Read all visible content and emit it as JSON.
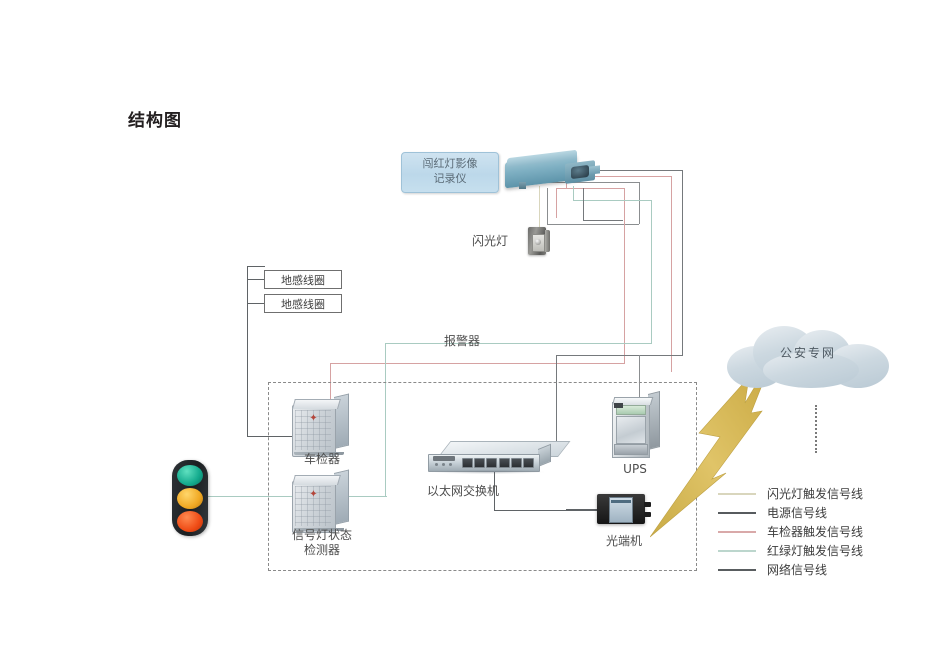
{
  "page": {
    "title": "结构图"
  },
  "callouts": {
    "recorder": "闯红灯影像\n记录仪",
    "recorder_line1": "闯红灯影像",
    "recorder_line2": "记录仪"
  },
  "nodes": {
    "flash_lamp": "闪光灯",
    "coil_1": "地感线圈",
    "coil_2": "地感线圈",
    "alarm": "报警器",
    "vehicle_detector": "车检器",
    "light_state_detector_line1": "信号灯状态",
    "light_state_detector_line2": "检测器",
    "ethernet_switch": "以太网交换机",
    "ups": "UPS",
    "optical_terminal": "光端机",
    "cloud": "公安专网"
  },
  "legend": {
    "items": [
      {
        "label": "闪光灯触发信号线",
        "color": "#d9d6bd"
      },
      {
        "label": "电源信号线",
        "color": "#575b5e"
      },
      {
        "label": "车检器触发信号线",
        "color": "#d9a9a9"
      },
      {
        "label": "红绿灯触发信号线",
        "color": "#bcd6cd"
      },
      {
        "label": "网络信号线",
        "color": "#595d60"
      }
    ]
  },
  "colors": {
    "flash_trigger": "#d9d6bd",
    "power": "#6f7275",
    "detector_trigger": "#d6a2a2",
    "light_trigger": "#a9cbc1",
    "network": "#6f7275",
    "boundary_dash": "#8a8a8a",
    "callout_bg": "#c3dbec",
    "lightning": "#d2b14a"
  }
}
